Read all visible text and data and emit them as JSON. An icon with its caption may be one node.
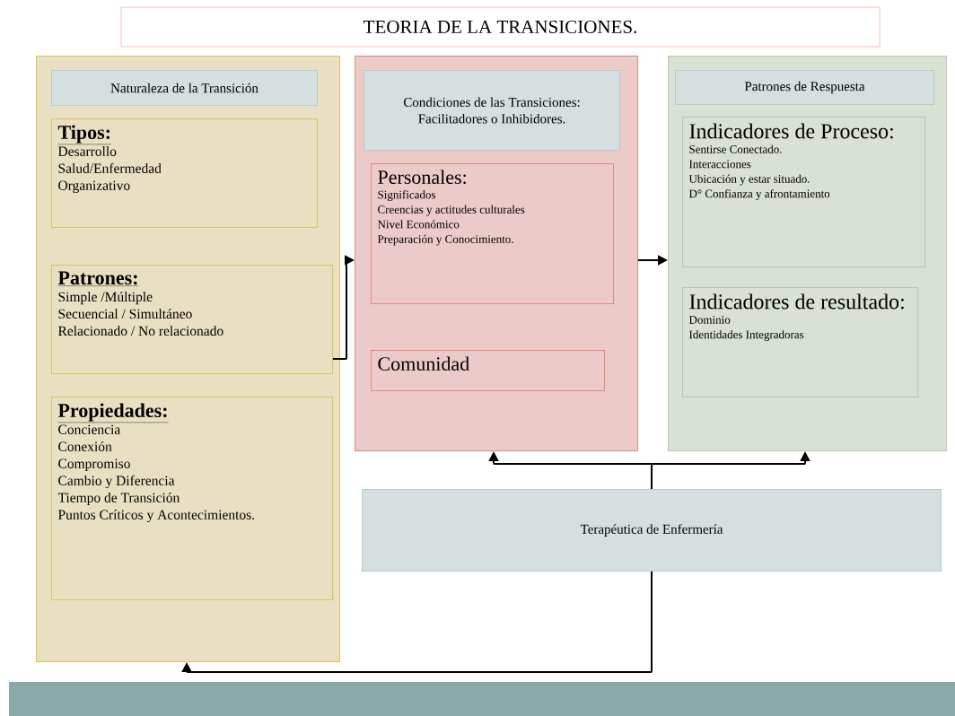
{
  "diagram": {
    "title": "TEORIA DE LA TRANSICIONES.",
    "nodes": [
      {
        "text": [],
        "shape": "box"
      },
      {
        "text": [
          "Naturaleza de la Transición"
        ],
        "in": 0
      },
      {
        "text": [
          "Tipos:",
          "Desarrollo",
          "Salud/Enfermedad",
          "Organizativo"
        ],
        "in": 0
      },
      {
        "text": [
          "Patrones:",
          "Simple /Múltiple",
          "Secuencial / Simultáneo",
          "Relacionado / No relacionado"
        ],
        "in": 0
      },
      {
        "text": [
          "Propiedades:",
          "Conciencia",
          "Conexión",
          "Compromiso",
          "Cambio y Diferencia",
          "Tiempo de Transición",
          "Puntos Críticos y Acontecimientos."
        ],
        "in": 0
      },
      {
        "text": [],
        "shape": "box"
      },
      {
        "text": [
          "Condiciones de las Transiciones: Facilitadores o Inhibidores."
        ],
        "in": 5
      },
      {
        "text": [
          "Personales:",
          "Significados",
          "Creencias y actitudes culturales",
          "Nivel Económico",
          "Preparación y Conocimiento."
        ],
        "in": 5
      },
      {
        "text": [
          "Comunidad"
        ],
        "in": 5
      },
      {
        "text": [],
        "shape": "box"
      },
      {
        "text": [
          "Patrones de Respuesta"
        ],
        "in": 9
      },
      {
        "text": [
          "Indicadores de Proceso:",
          "Sentirse Conectado.",
          "Interacciones",
          "Ubicación y estar situado.",
          "D° Confianza y afrontamiento"
        ],
        "in": 9
      },
      {
        "text": [
          "Indicadores de resultado:",
          "Dominio",
          "Identidades Integradoras"
        ],
        "in": 9
      },
      {
        "text": [
          "Terapéutica de Enfermería"
        ]
      }
    ],
    "edges": [
      {
        "from": 3,
        "to": 5,
        "arrow": "to"
      },
      {
        "from": 5,
        "to": 9,
        "arrow": "to"
      },
      {
        "from": 13,
        "to": 5,
        "arrow": "to"
      },
      {
        "from": 13,
        "to": 9,
        "arrow": "to"
      },
      {
        "from": 13,
        "to": 0,
        "arrow": "to"
      }
    ]
  }
}
